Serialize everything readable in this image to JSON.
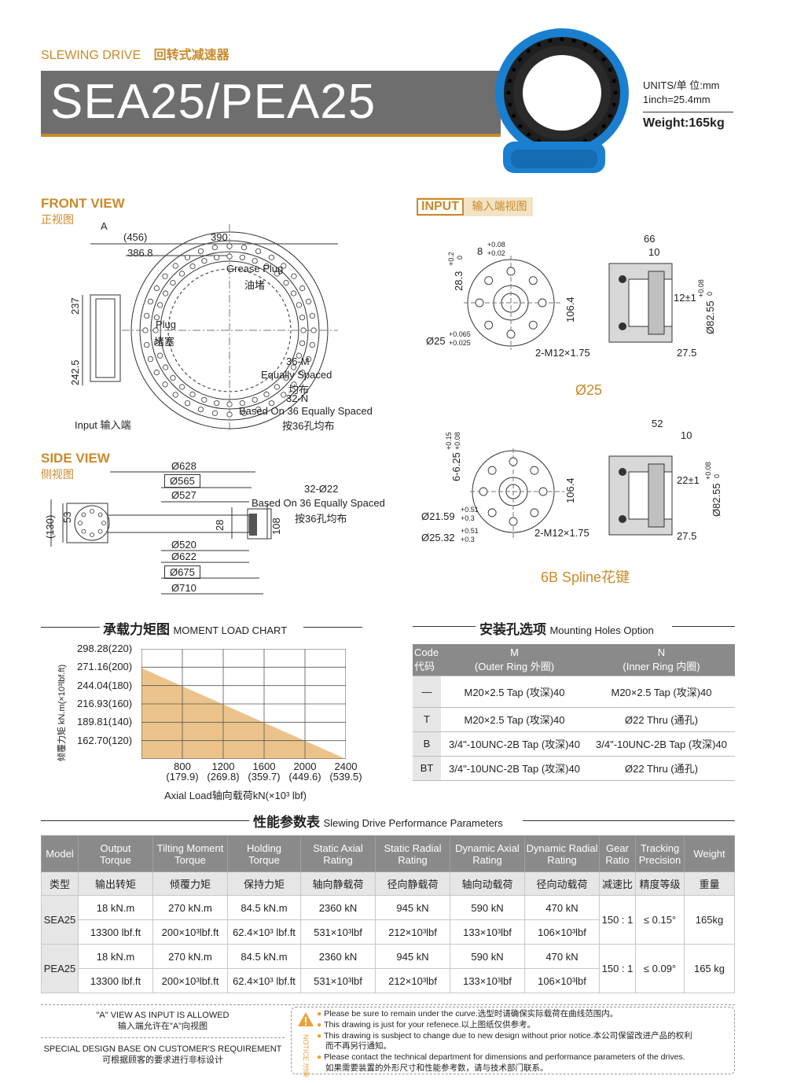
{
  "header": {
    "category_en": "SLEWING DRIVE",
    "category_cn": "回转式减速器",
    "model_title": "SEA25/PEA25",
    "units": "UNITS/单  位:mm",
    "inch": "1inch=25.4mm",
    "weight": "Weight:165kg"
  },
  "front_view": {
    "title_en": "FRONT VIEW",
    "title_cn": "正视图",
    "label_a": "A",
    "dim_456": "(456)",
    "dim_390": "390",
    "dim_386": "386.8",
    "dim_237": "237",
    "dim_242": "242.5",
    "grease_en": "Grease Plug",
    "grease_cn": "油堵",
    "plug_en": "Plug",
    "plug_cn": "堵塞",
    "m36": "36-M",
    "equally_en": "Equally Spaced",
    "equally_cn": "均布",
    "n32": "32-N",
    "based_en": "Based On 36 Equally Spaced",
    "based_cn": "按36孔均布",
    "input_label": "Input  输入端"
  },
  "side_view": {
    "title_en": "SIDE VIEW",
    "title_cn": "侧视图",
    "d628": "Ø628",
    "d565": "Ø565",
    "d527": "Ø527",
    "d520": "Ø520",
    "d622": "Ø622",
    "d675": "Ø675",
    "d710": "Ø710",
    "h130": "(130)",
    "h53": "53",
    "h28": "28",
    "h108": "108",
    "holes": "32-Ø22",
    "based_en": "Based On 36 Equally Spaced",
    "based_cn": "按36孔均布"
  },
  "input_view": {
    "title_en": "INPUT",
    "title_cn": "输入端视图",
    "a_key": "8",
    "a_key_tol_up": "+0.08",
    "a_key_tol_dn": "+0.02",
    "a_h": "28.3",
    "a_h_tol_up": "+0.2",
    "a_h_tol_dn": "0",
    "a_bore": "Ø25",
    "a_bore_tol_up": "+0.065",
    "a_bore_tol_dn": "+0.025",
    "a_pcd": "106.4",
    "a_tap": "2-M12×1.75",
    "a_66": "66",
    "a_10": "10",
    "a_12": "12±1",
    "a_d82": "Ø82.55",
    "a_d82_tol_up": "+0.08",
    "a_d82_tol_dn": "0",
    "a_27": "27.5",
    "a_caption": "Ø25",
    "b_spline": "6-6.25",
    "b_spline_tol_up": "+0.15",
    "b_spline_tol_dn": "+0.08",
    "b_d21": "Ø21.59",
    "b_d21_tol_up": "+0.51",
    "b_d21_tol_dn": "+0.3",
    "b_d25": "Ø25.32",
    "b_d25_tol_up": "+0.51",
    "b_d25_tol_dn": "+0.3",
    "b_pcd": "106.4",
    "b_tap": "2-M12×1.75",
    "b_52": "52",
    "b_10": "10",
    "b_22": "22±1",
    "b_d82": "Ø82.55",
    "b_d82_tol_up": "+0.08",
    "b_d82_tol_dn": "0",
    "b_27": "27.5",
    "b_caption": "6B Spline花键"
  },
  "moment_chart": {
    "title_cn": "承载力矩图",
    "title_en": "MOMENT LOAD CHART",
    "ylabel": "倾覆力矩 kN.m(×10³lbf.ft)",
    "xlabel": "Axial Load轴向载荷kN(×10³ lbf)",
    "fill_color": "#ebc38a"
  },
  "chart_data": {
    "type": "area",
    "title": "MOMENT LOAD CHART",
    "xlabel": "Axial Load轴向载荷kN(×10³ lbf)",
    "ylabel": "倾覆力矩 kN.m(×10³lbf.ft)",
    "x_ticks": [
      {
        "kn": "800",
        "lbf": "(179.9)"
      },
      {
        "kn": "1200",
        "lbf": "(269.8)"
      },
      {
        "kn": "1600",
        "lbf": "(359.7)"
      },
      {
        "kn": "2000",
        "lbf": "(449.6)"
      },
      {
        "kn": "2400",
        "lbf": "(539.5)"
      }
    ],
    "y_ticks": [
      {
        "knm": "298.28",
        "lbf": "(220)"
      },
      {
        "knm": "271.16",
        "lbf": "(200)"
      },
      {
        "knm": "244.04",
        "lbf": "(180)"
      },
      {
        "knm": "216.93",
        "lbf": "(160)"
      },
      {
        "knm": "189.81",
        "lbf": "(140)"
      },
      {
        "knm": "162.70",
        "lbf": "(120)"
      }
    ],
    "xlim": [
      400,
      2400
    ],
    "ylim": [
      135.58,
      298.28
    ],
    "x": [
      400,
      2400
    ],
    "y": [
      270,
      135.58
    ],
    "grid": true
  },
  "mounting": {
    "title_cn": "安装孔选项",
    "title_en": "Mounting Holes Option",
    "headers": [
      {
        "a": "Code",
        "b": "代码"
      },
      {
        "a": "M",
        "b": "(Outer Ring 外圈)"
      },
      {
        "a": "N",
        "b": "(Inner Ring 内圈)"
      }
    ],
    "rows": [
      {
        "code": "—",
        "m": "M20×2.5 Tap (攻深)40",
        "n": "M20×2.5 Tap (攻深)40"
      },
      {
        "code": "T",
        "m": "M20×2.5 Tap (攻深)40",
        "n": "Ø22 Thru (通孔)"
      },
      {
        "code": "B",
        "m": "3/4\"-10UNC-2B Tap (攻深)40",
        "n": "3/4\"-10UNC-2B Tap (攻深)40"
      },
      {
        "code": "BT",
        "m": "3/4\"-10UNC-2B Tap (攻深)40",
        "n": "Ø22 Thru (通孔)"
      }
    ]
  },
  "performance": {
    "title_cn": "性能参数表",
    "title_en": "Slewing Drive Performance Parameters",
    "headers": [
      {
        "a": "Model",
        "b": ""
      },
      {
        "a": "Output",
        "b": "Torque"
      },
      {
        "a": "Tilting Moment",
        "b": "Torque"
      },
      {
        "a": "Holding",
        "b": "Torque"
      },
      {
        "a": "Static Axial",
        "b": "Rating"
      },
      {
        "a": "Static Radial",
        "b": "Rating"
      },
      {
        "a": "Dynamic Axial",
        "b": "Rating"
      },
      {
        "a": "Dynamic Radial",
        "b": "Rating"
      },
      {
        "a": "Gear",
        "b": "Ratio"
      },
      {
        "a": "Tracking",
        "b": "Precision"
      },
      {
        "a": "Weight",
        "b": ""
      }
    ],
    "cn_headers": [
      "类型",
      "输出转矩",
      "倾覆力矩",
      "保持力矩",
      "轴向静载荷",
      "径向静载荷",
      "轴向动载荷",
      "径向动载荷",
      "减速比",
      "精度等级",
      "重量"
    ],
    "models": [
      {
        "name": "SEA25",
        "metric": [
          "18 kN.m",
          "270 kN.m",
          "84.5 kN.m",
          "2360 kN",
          "945 kN",
          "590 kN",
          "470 kN"
        ],
        "imperial": [
          "13300 lbf.ft",
          "200×10³lbf.ft",
          "62.4×10³ lbf.ft",
          "531×10³lbf",
          "212×10³lbf",
          "133×10³lbf",
          "106×10³lbf"
        ],
        "ratio": "150 : 1",
        "precision": "≤ 0.15°",
        "weight": "165kg"
      },
      {
        "name": "PEA25",
        "metric": [
          "18 kN.m",
          "270 kN.m",
          "84.5 kN.m",
          "2360 kN",
          "945 kN",
          "590 kN",
          "470 kN"
        ],
        "imperial": [
          "13300 lbf.ft",
          "200×10³lbf.ft",
          "62.4×10³ lbf.ft",
          "531×10³lbf",
          "212×10³lbf",
          "133×10³lbf",
          "106×10³lbf"
        ],
        "ratio": "150 : 1",
        "precision": "≤ 0.09°",
        "weight": "165 kg"
      }
    ]
  },
  "footer": {
    "view_en": "\"A\" VIEW AS INPUT IS ALLOWED",
    "view_cn": "输入端允许在\"A\"向视图",
    "special_en": "SPECIAL DESIGN BASE ON CUSTOMER'S REQUIREMENT",
    "special_cn": "可根据顾客的要求进行非标设计",
    "notice_label": "NOTICE 注意",
    "notes": [
      "Please be sure to remain under the curve.选型时请确保实际载荷在曲线范围内。",
      "This drawing is just for your refenece.以上图纸仅供参考。",
      "This drawing is susbject to change due to new design without prior notice.本公司保留改进产品的权利",
      "而不再另行通知。",
      "Please contact the technical department for dimensions and performance parameters of the drives.",
      "如果需要装置的外形尺寸和性能参考数，请与技术部门联系。"
    ]
  }
}
